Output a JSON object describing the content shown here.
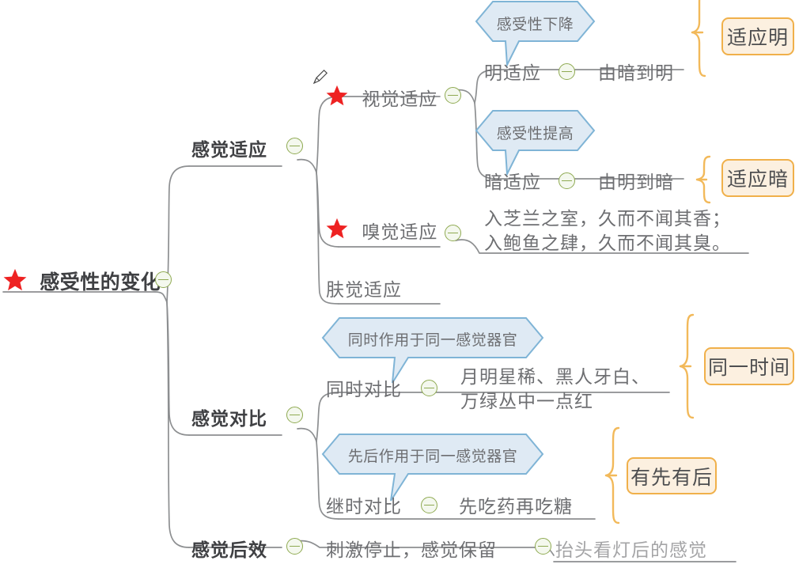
{
  "map": {
    "root": {
      "label": "感受性的变化",
      "icon": "red-star-icon",
      "toggle": "collapse-minus-icon"
    },
    "branches": [
      {
        "id": "sensory-adaptation",
        "label": "感觉适应",
        "toggle": "collapse-minus-icon",
        "children": [
          {
            "id": "visual-adaptation",
            "label": "视觉适应",
            "icon": "red-star-icon",
            "toggle": "collapse-minus-icon",
            "children": [
              {
                "id": "light-adaptation",
                "label": "明适应",
                "toggle": "collapse-minus-icon",
                "detail": "由暗到明",
                "bubble": "感受性下降",
                "summary": "适应明"
              },
              {
                "id": "dark-adaptation",
                "label": "暗适应",
                "toggle": "collapse-minus-icon",
                "detail": "由明到暗",
                "bubble": "感受性提高",
                "summary": "适应暗"
              }
            ]
          },
          {
            "id": "olfactory-adaptation",
            "label": "嗅觉适应",
            "icon": "red-star-icon",
            "toggle": "collapse-minus-icon",
            "detail_line1": "入芝兰之室，久而不闻其香；",
            "detail_line2": "入鲍鱼之肆，久而不闻其臭。"
          },
          {
            "id": "skin-adaptation",
            "label": "肤觉适应"
          }
        ]
      },
      {
        "id": "sensory-contrast",
        "label": "感觉对比",
        "toggle": "collapse-minus-icon",
        "children": [
          {
            "id": "simultaneous-contrast",
            "label": "同时对比",
            "toggle": "collapse-minus-icon",
            "bubble": "同时作用于同一感觉器官",
            "detail_line1": "月明星稀、黑人牙白、",
            "detail_line2": "万绿丛中一点红",
            "summary": "同一时间"
          },
          {
            "id": "successive-contrast",
            "label": "继时对比",
            "toggle": "collapse-minus-icon",
            "bubble": "先后作用于同一感觉器官",
            "detail": "先吃药再吃糖",
            "summary": "有先有后"
          }
        ]
      },
      {
        "id": "after-effect",
        "label": "感觉后效",
        "toggle": "collapse-minus-icon",
        "detail": "刺激停止，感觉保留",
        "detail_toggle": "collapse-minus-icon",
        "example": "抬头看灯后的感觉"
      }
    ],
    "cursor": "pencil-edit-icon"
  },
  "colors": {
    "star": "#ee2222",
    "toggle_border": "#8faa52",
    "toggle_fill": "#f4f8ee",
    "bubble_fill": "#dfeaf4",
    "bubble_stroke": "#7fb4d6",
    "summary_fill": "#fcf0e0",
    "summary_border": "#f0b04a",
    "brace": "#f2b95a",
    "branch_line": "#8d8f91",
    "text": "#6d6e71",
    "text_bold": "#3f4043",
    "background": "#ffffff"
  }
}
